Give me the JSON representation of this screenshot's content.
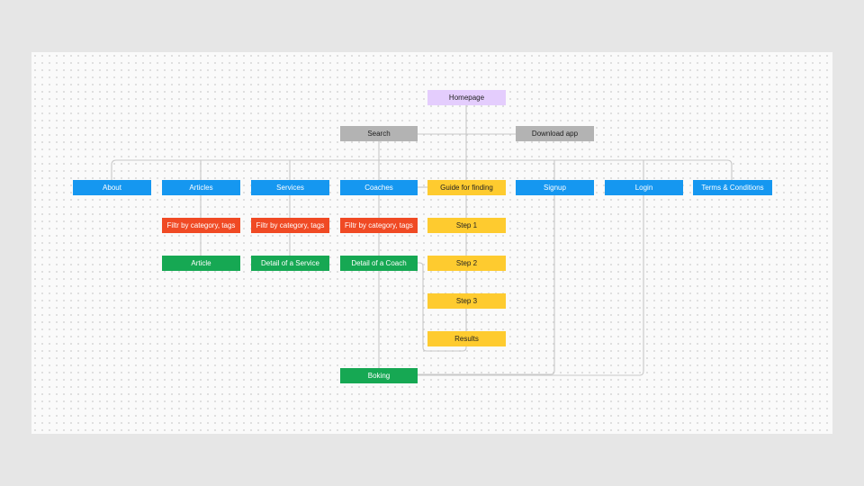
{
  "nodes": {
    "homepage": "Homepage",
    "search": "Search",
    "download_app": "Download app",
    "about": "About",
    "articles": "Articles",
    "services": "Services",
    "coaches": "Coaches",
    "guide": "Guide for finding",
    "signup": "Signup",
    "login": "Login",
    "terms": "Terms & Conditions",
    "filter_articles": "Filtr by category, tags",
    "filter_services": "Filtr by category, tags",
    "filter_coaches": "Filtr by category, tags",
    "step1": "Step 1",
    "step2": "Step 2",
    "step3": "Step 3",
    "results": "Results",
    "article": "Article",
    "service_detail": "Detail of a Service",
    "coach_detail": "Detail of a Coach",
    "booking": "Boking"
  },
  "colors": {
    "blue": "#1597f0",
    "red": "#f04a24",
    "green": "#16a853",
    "yellow": "#fecb2f",
    "gray": "#b3b3b3",
    "purple": "#e4cdfd",
    "connector": "#c8c8c8"
  }
}
